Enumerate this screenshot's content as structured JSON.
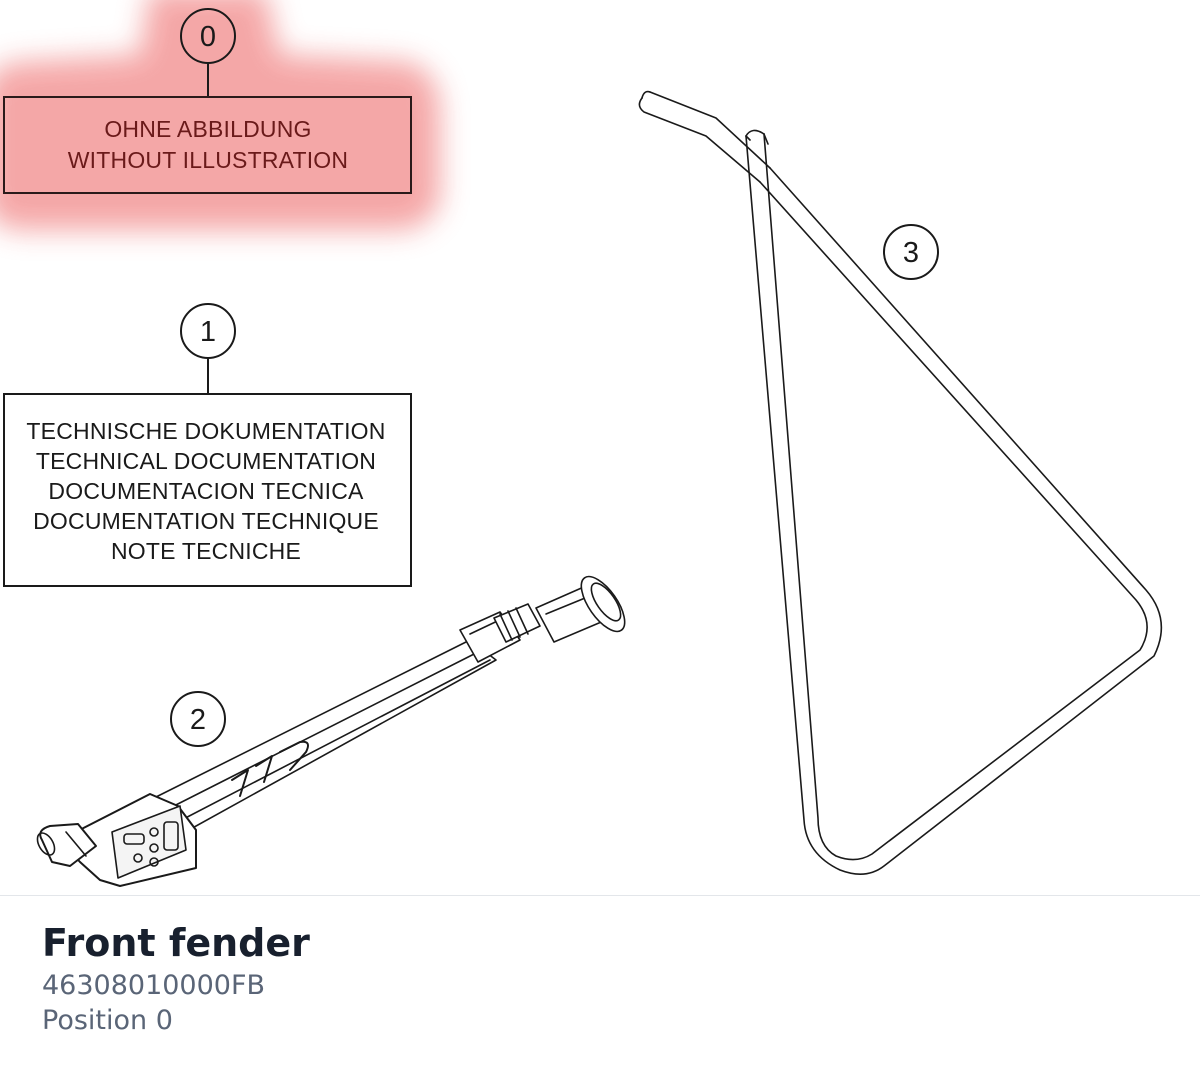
{
  "diagram": {
    "positions": [
      {
        "number": "0",
        "label_lines": [
          "OHNE ABBILDUNG",
          "WITHOUT ILLUSTRATION"
        ],
        "highlighted": true
      },
      {
        "number": "1",
        "label_lines": [
          "TECHNISCHE DOKUMENTATION",
          "TECHNICAL DOCUMENTATION",
          "DOCUMENTACION TECNICA",
          "DOCUMENTATION TECHNIQUE",
          "NOTE TECNICHE"
        ]
      },
      {
        "number": "2"
      },
      {
        "number": "3"
      }
    ],
    "highlight_color": "#f5a0a0"
  },
  "part": {
    "title": "Front fender",
    "number": "46308010000FB",
    "position": "Position 0"
  }
}
